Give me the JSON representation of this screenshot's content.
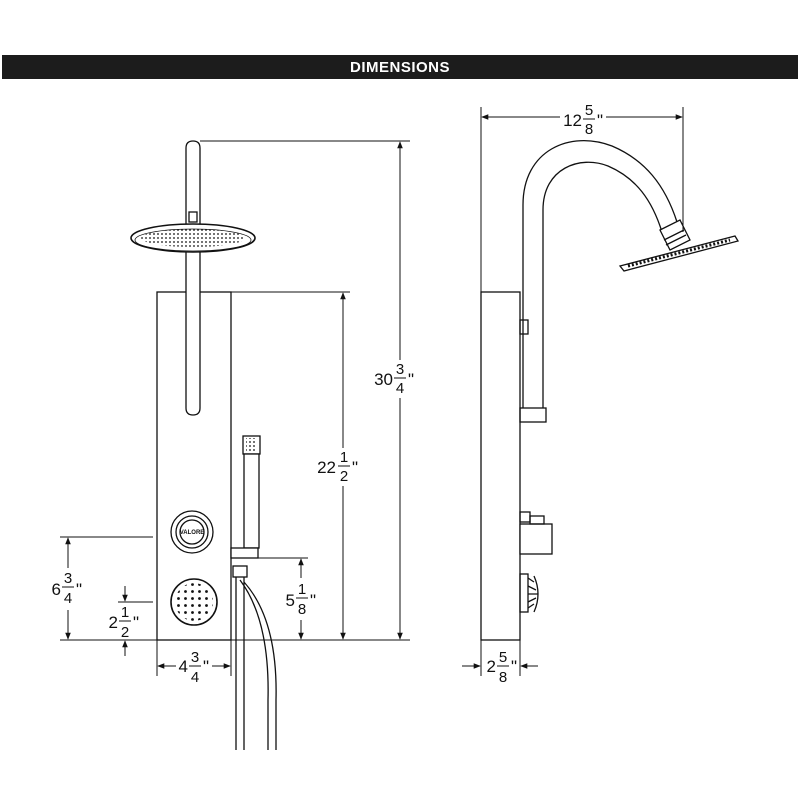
{
  "banner": {
    "title": "DIMENSIONS"
  },
  "front_view": {
    "dimensions": {
      "total_height": {
        "whole": "30",
        "num": "3",
        "den": "4",
        "unit": "\""
      },
      "panel_height": {
        "whole": "22",
        "num": "1",
        "den": "2",
        "unit": "\""
      },
      "valve_height": {
        "whole": "6",
        "num": "3",
        "den": "4",
        "unit": "\""
      },
      "jet_height": {
        "whole": "2",
        "num": "1",
        "den": "2",
        "unit": "\""
      },
      "holder_height": {
        "whole": "5",
        "num": "1",
        "den": "8",
        "unit": "\""
      },
      "panel_width": {
        "whole": "4",
        "num": "3",
        "den": "4",
        "unit": "\""
      }
    },
    "valve_logo": "VALORE"
  },
  "side_view": {
    "dimensions": {
      "arm_reach": {
        "whole": "12",
        "num": "5",
        "den": "8",
        "unit": "\""
      },
      "panel_depth": {
        "whole": "2",
        "num": "5",
        "den": "8",
        "unit": "\""
      }
    }
  }
}
